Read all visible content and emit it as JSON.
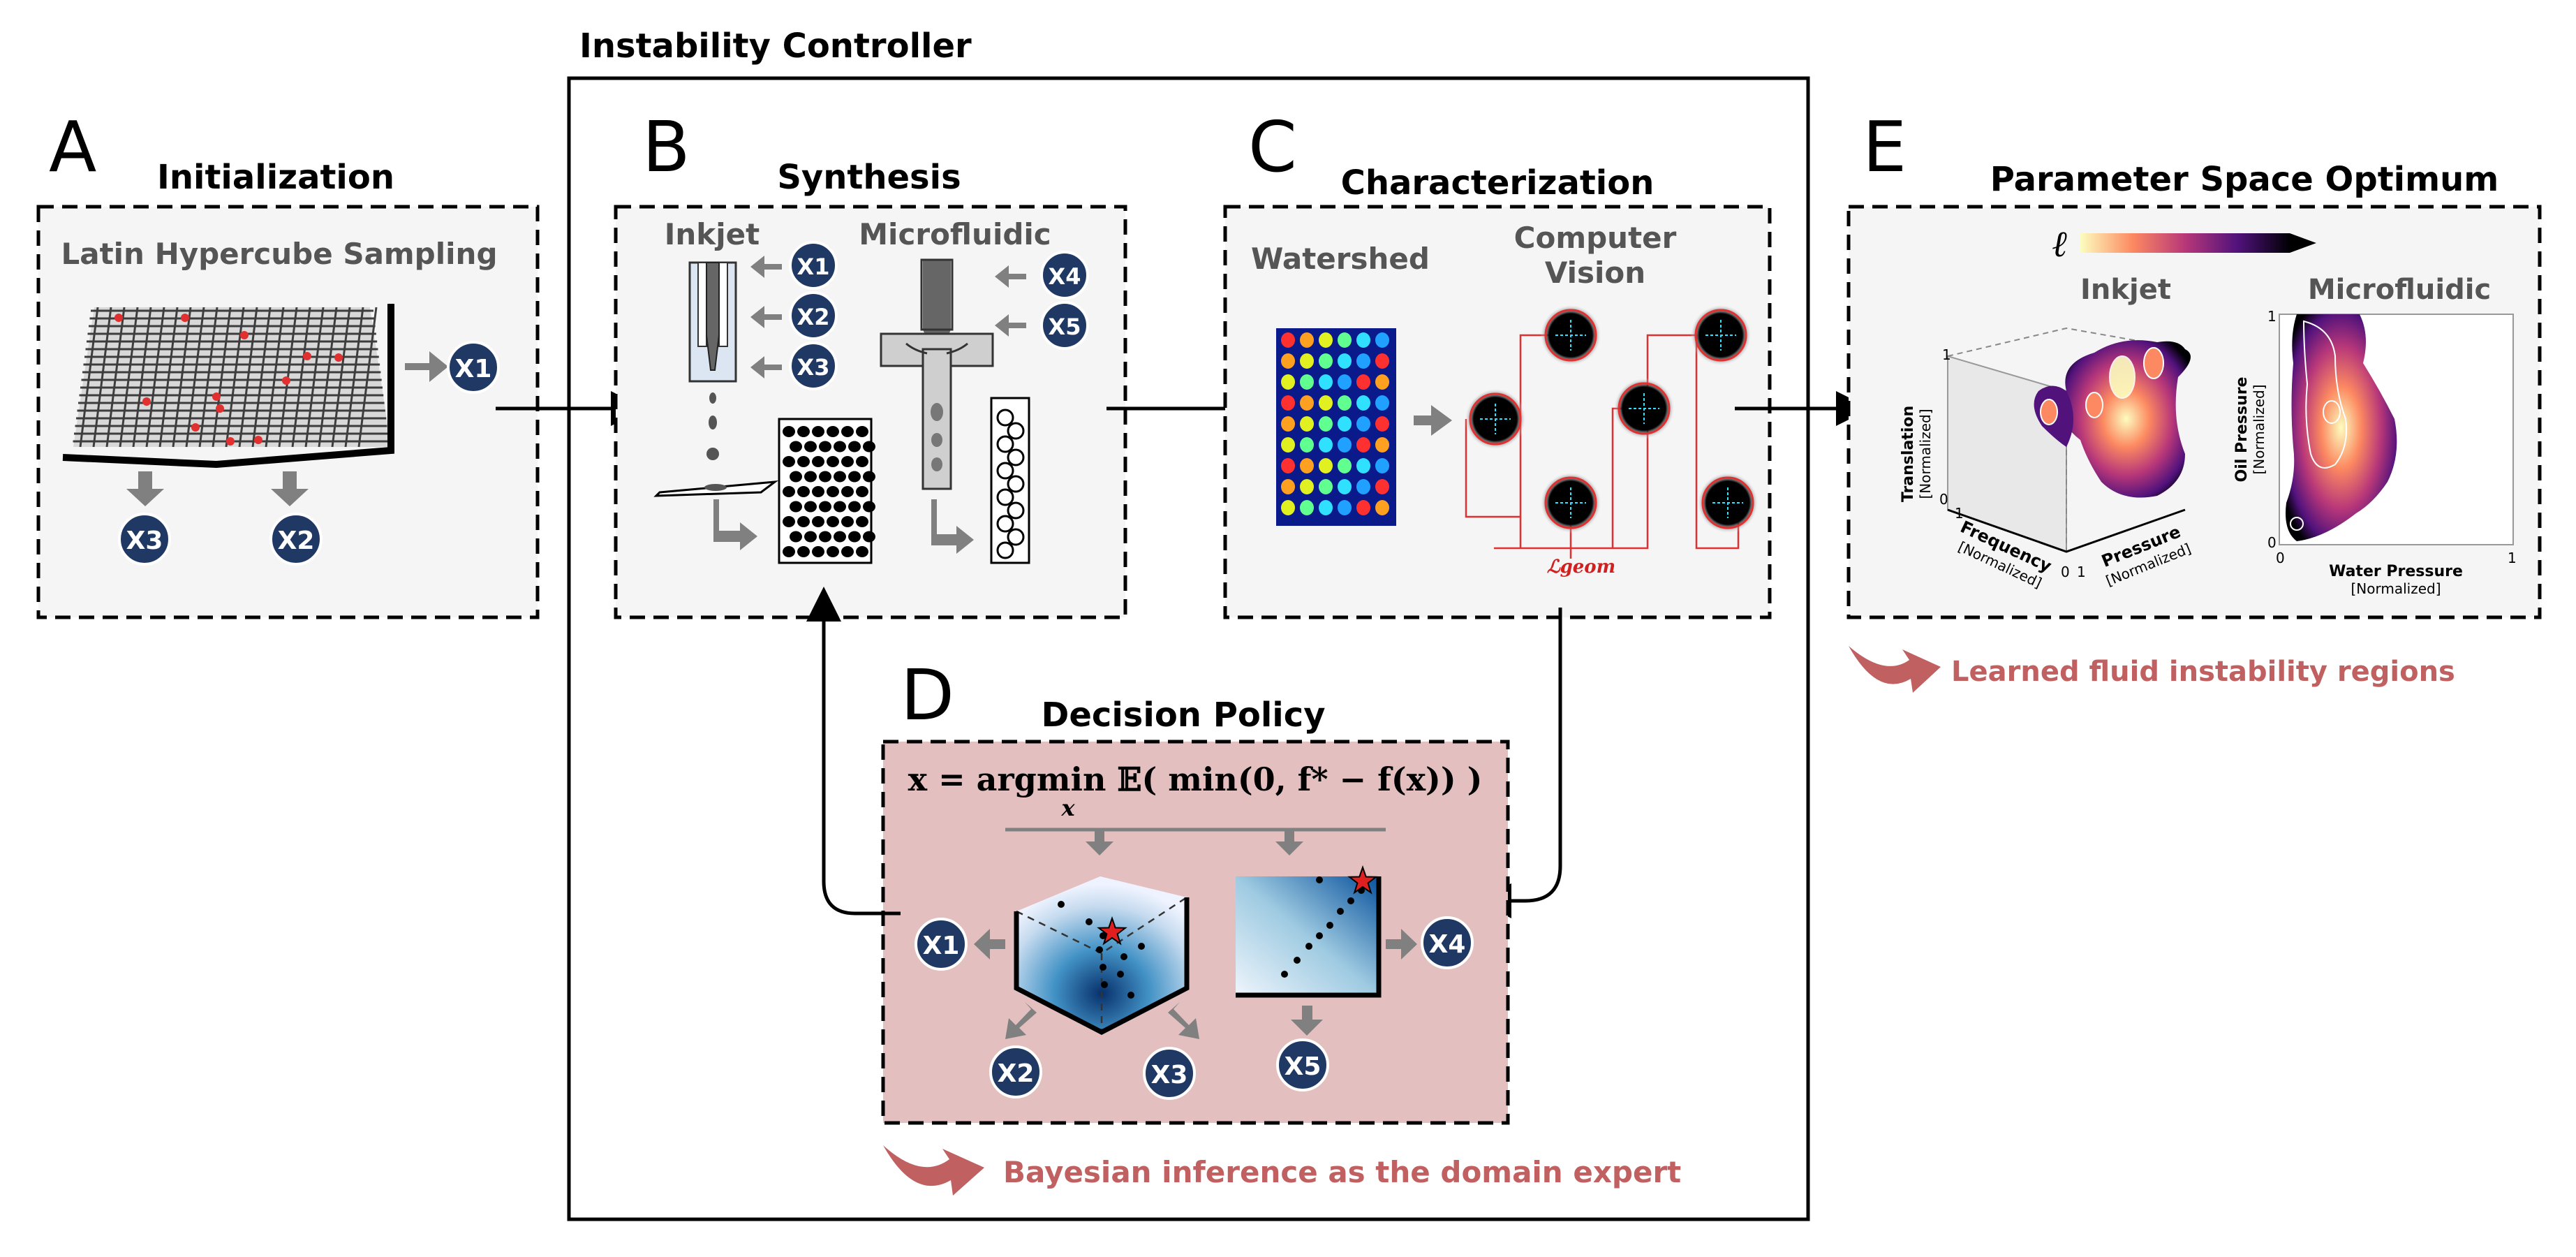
{
  "controller": {
    "title": "Instability Controller"
  },
  "panel_a": {
    "letter": "A",
    "title": "Initialization",
    "subtitle": "Latin Hypercube Sampling",
    "outputs": [
      "X1",
      "X3",
      "X2"
    ]
  },
  "panel_b": {
    "letter": "B",
    "title": "Synthesis",
    "inkjet_label": "Inkjet",
    "microfluidic_label": "Microfluidic",
    "inkjet_params": [
      "X1",
      "X2",
      "X3"
    ],
    "microfluidic_params": [
      "X4",
      "X5"
    ]
  },
  "panel_c": {
    "letter": "C",
    "title": "Characterization",
    "watershed_label": "Watershed",
    "cv_label_line1": "Computer",
    "cv_label_line2": "Vision",
    "loss_label": "ℒgeom"
  },
  "panel_d": {
    "letter": "D",
    "title": "Decision Policy",
    "equation": "x = argmin 𝔼( min(0, f* − f(x)) )",
    "equation_sub": "x",
    "params": [
      "X1",
      "X2",
      "X3",
      "X5",
      "X4"
    ],
    "caption": "Bayesian inference as the domain expert"
  },
  "panel_e": {
    "letter": "E",
    "title": "Parameter Space Optimum",
    "colorbar_symbol": "ℓ",
    "inkjet_label": "Inkjet",
    "microfluidic_label": "Microfluidic",
    "inkjet_axes": {
      "translation": "Translation",
      "frequency": "Frequency",
      "pressure": "Pressure",
      "normalized": "[Normalized]",
      "ticks": [
        "1",
        "0",
        "1",
        "0",
        "1"
      ]
    },
    "micro_axes": {
      "ylabel": "Oil Pressure",
      "xlabel": "Water Pressure",
      "normalized": "[Normalized]",
      "ticks": [
        "1",
        "0",
        "0",
        "1"
      ]
    },
    "caption": "Learned fluid instability regions"
  },
  "colors": {
    "node": "#1f3864",
    "dashed_box_fill": "#f5f5f5",
    "decision_fill": "#e3bfbf",
    "caption_red": "#c06060",
    "gray_arrow": "#808080",
    "cv_red": "#e03030"
  }
}
